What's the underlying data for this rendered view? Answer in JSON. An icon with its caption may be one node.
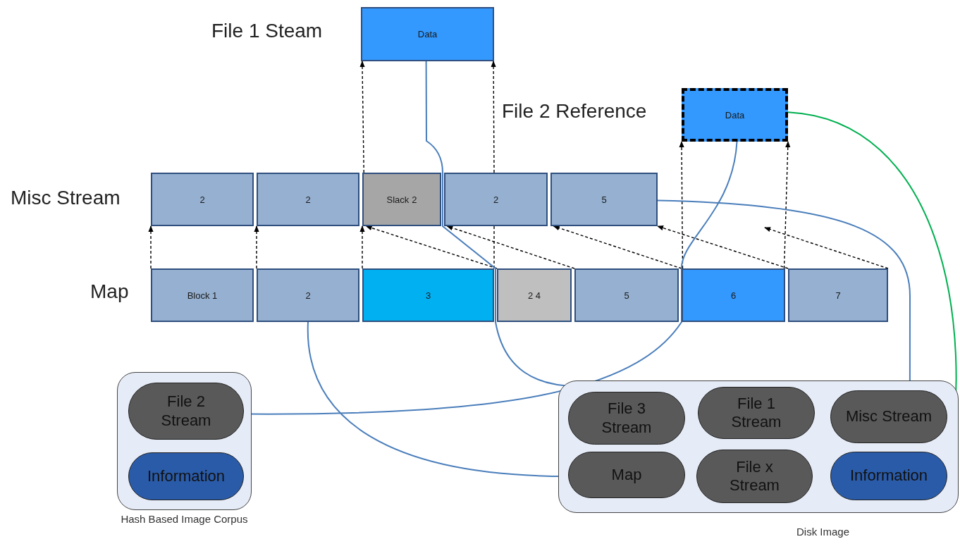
{
  "diagram": {
    "nodes": [
      {
        "text": [
          "Data"
        ],
        "beside": [
          "File 1 Steam"
        ]
      },
      {
        "text": [
          "Data"
        ],
        "beside": [
          "File 2 Reference"
        ]
      },
      {
        "text": [
          "2"
        ]
      },
      {
        "text": [
          "2"
        ]
      },
      {
        "text": [
          "Slack",
          "2"
        ]
      },
      {
        "text": [
          "2"
        ]
      },
      {
        "text": [
          "5"
        ]
      },
      {
        "text": [
          "Block 1"
        ]
      },
      {
        "text": [
          "2"
        ]
      },
      {
        "text": [
          "3"
        ]
      },
      {
        "text": [
          "2 4"
        ]
      },
      {
        "text": [
          "5"
        ]
      },
      {
        "text": [
          "6"
        ]
      },
      {
        "text": [
          "7"
        ]
      },
      {
        "text": [
          "Hash Based Image Corpus"
        ]
      },
      {
        "text": [
          "File 2 Stream"
        ],
        "in": 14
      },
      {
        "text": [
          "Information"
        ],
        "in": 14
      },
      {
        "text": [
          "Disk Image"
        ]
      },
      {
        "text": [
          "File 3 Stream"
        ],
        "in": 17
      },
      {
        "text": [
          "File 1 Stream"
        ],
        "in": 17
      },
      {
        "text": [
          "Misc Stream"
        ],
        "in": 17
      },
      {
        "text": [
          "Map"
        ],
        "in": 17
      },
      {
        "text": [
          "File x Stream"
        ],
        "in": 17
      },
      {
        "text": [
          "Information"
        ],
        "in": 17
      }
    ],
    "edges": [
      {
        "from": 7,
        "to": 2,
        "arrow": "to",
        "style": "dashed"
      },
      {
        "from": 8,
        "to": 3,
        "arrow": "to",
        "style": "dashed"
      },
      {
        "from": 9,
        "to": 4,
        "arrow": "to",
        "style": "dashed"
      },
      {
        "from": 4,
        "to": 0,
        "arrow": "to",
        "style": "dashed"
      },
      {
        "from": 9,
        "to": 5,
        "arrow": "none",
        "style": "dashed"
      },
      {
        "from": 5,
        "to": 0,
        "arrow": "to",
        "style": "dashed"
      },
      {
        "from": 10,
        "to": 4,
        "arrow": "to",
        "style": "dashed"
      },
      {
        "from": 11,
        "to": 5,
        "arrow": "to",
        "style": "dashed"
      },
      {
        "from": 12,
        "to": 6,
        "arrow": "to",
        "style": "dashed"
      },
      {
        "from": 13,
        "to": 6,
        "arrow": "to",
        "style": "dashed"
      },
      {
        "from": 13,
        "to": null,
        "arrow": "to",
        "style": "dashed"
      },
      {
        "from": 12,
        "to": 1,
        "arrow": "to",
        "style": "dashed"
      },
      {
        "from": 12,
        "to": 1,
        "arrow": "to",
        "style": "dashed"
      },
      {
        "from": 0,
        "to": 19,
        "arrow": "to",
        "color": "#4a7ebb"
      },
      {
        "from": 1,
        "to": 15,
        "arrow": "to",
        "color": "#4a7ebb"
      },
      {
        "from": 8,
        "to": 21,
        "arrow": "to",
        "color": "#4a7ebb"
      },
      {
        "from": 6,
        "to": 20,
        "arrow": "to",
        "color": "#4a7ebb"
      },
      {
        "from": 1,
        "to": 23,
        "arrow": "to",
        "color": "#00b050"
      }
    ],
    "labels": [
      "Misc Stream",
      "Map"
    ]
  }
}
